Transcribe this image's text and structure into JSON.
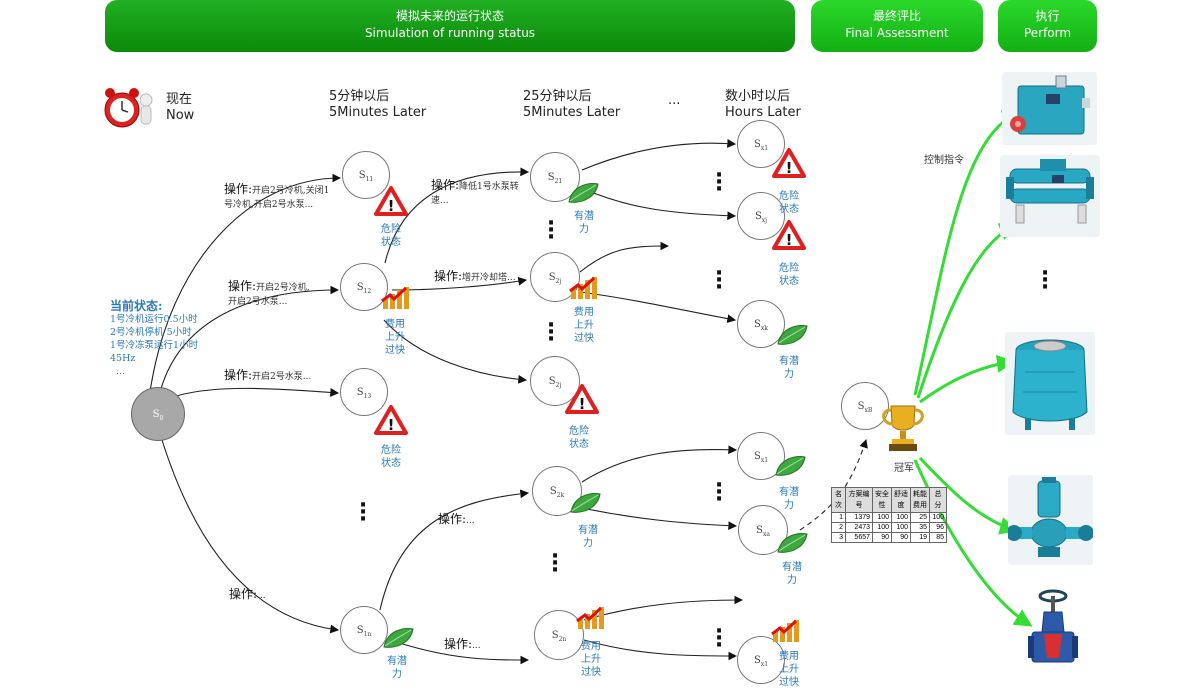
{
  "banners": {
    "simulate": {
      "zh": "模拟未来的运行状态",
      "en": "Simulation of running status"
    },
    "assess": {
      "zh": "最终评比",
      "en": "Final Assessment"
    },
    "perform": {
      "zh": "执行",
      "en": "Perform"
    }
  },
  "columns": {
    "now": {
      "zh": "现在",
      "en": "Now"
    },
    "t5": {
      "zh": "5分钟以后",
      "en": "5Minutes Later"
    },
    "t25": {
      "zh": "25分钟以后",
      "en": "5Minutes Later"
    },
    "ellipsis": "...",
    "hours": {
      "zh": "数小时以后",
      "en": "Hours Later"
    }
  },
  "current_state": {
    "heading": "当前状态:",
    "lines": [
      "1号冷机运行0.5小时",
      "2号冷机停机  5小时",
      "1号冷冻泵运行1小时",
      "45Hz",
      "..."
    ]
  },
  "nodes": {
    "s0": {
      "base": "S",
      "sub": "0"
    },
    "s11": {
      "base": "S",
      "sub": "11"
    },
    "s12": {
      "base": "S",
      "sub": "12"
    },
    "s13": {
      "base": "S",
      "sub": "13"
    },
    "s1n": {
      "base": "S",
      "sub": "1n"
    },
    "s21": {
      "base": "S",
      "sub": "21"
    },
    "s2j_a": {
      "base": "S",
      "sub": "2j"
    },
    "s2j_b": {
      "base": "S",
      "sub": "2j"
    },
    "s2k": {
      "base": "S",
      "sub": "2k"
    },
    "s2n": {
      "base": "S",
      "sub": "2n"
    },
    "sx1_a": {
      "base": "S",
      "sub": "x1"
    },
    "sxj": {
      "base": "S",
      "sub": "xj"
    },
    "sxk": {
      "base": "S",
      "sub": "xk"
    },
    "sx1_b": {
      "base": "S",
      "sub": "x1"
    },
    "sxa": {
      "base": "S",
      "sub": "xa"
    },
    "sx1_c": {
      "base": "S",
      "sub": "x1"
    },
    "sxb": {
      "base": "S",
      "sub": "xB"
    }
  },
  "operations": {
    "op1": {
      "label": "操作:",
      "text": "开启2号冷机,关闭1号冷机,开启2号水泵..."
    },
    "op2": {
      "label": "操作:",
      "text": "开启2号冷机,开启2号水泵..."
    },
    "op3": {
      "label": "操作:",
      "text": "开启2号水泵..."
    },
    "op4": {
      "label": "操作:",
      "text": "..."
    },
    "op5": {
      "label": "操作:",
      "text": "降低1号水泵转速..."
    },
    "op6": {
      "label": "操作:",
      "text": "增开冷却塔..."
    },
    "op7": {
      "label": "操作:",
      "text": "..."
    },
    "op8": {
      "label": "操作:",
      "text": "..."
    }
  },
  "tags": {
    "danger": "危险状态",
    "potential": "有潜力",
    "cost": "费用上升过快",
    "champion": "冠军"
  },
  "control_label": "控制指令",
  "icon_names": [
    "alarm-clock-icon",
    "warning-icon",
    "leaf-icon",
    "cost-chart-icon",
    "trophy-icon"
  ],
  "table": {
    "headers": [
      "名次",
      "方案编号",
      "安全性",
      "舒适度",
      "耗能费用",
      "总分"
    ],
    "rows": [
      [
        "1",
        "1379",
        "100",
        "100",
        "25",
        "100"
      ],
      [
        "2",
        "2473",
        "100",
        "100",
        "35",
        "96"
      ],
      [
        "3",
        "5657",
        "90",
        "90",
        "19",
        "85"
      ]
    ]
  },
  "equipment": [
    "boiler",
    "chiller",
    "cooling-tower",
    "pump",
    "valve"
  ],
  "colors": {
    "banner_dark": "#0a8a0a",
    "banner_light": "#12b012",
    "control_arrow": "#33dd33",
    "tag_text": "#2a7ab8",
    "root_node": "#a8a8a8"
  }
}
